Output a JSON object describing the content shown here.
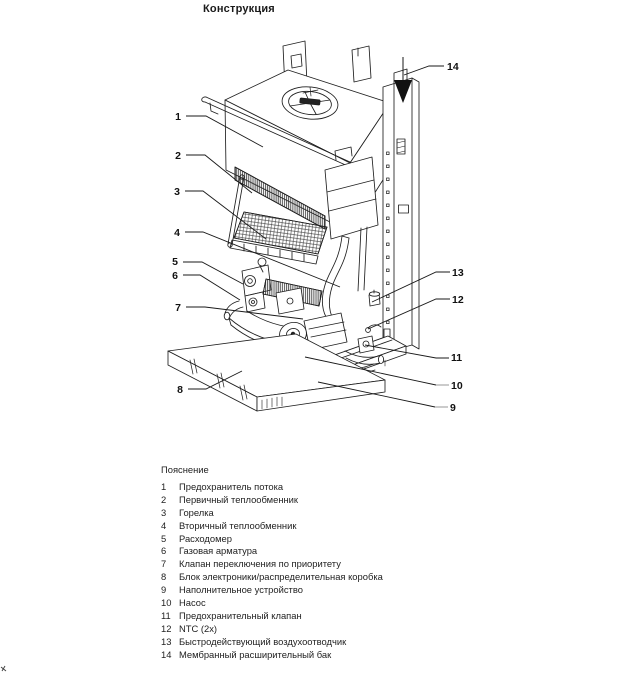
{
  "page": {
    "title": "Конструкция"
  },
  "diagram": {
    "callouts": [
      "1",
      "2",
      "3",
      "4",
      "5",
      "6",
      "7",
      "8",
      "9",
      "10",
      "11",
      "12",
      "13",
      "14"
    ]
  },
  "legend": {
    "heading": "Пояснение",
    "items": [
      {
        "num": "1",
        "label": "Предохранитель потока"
      },
      {
        "num": "2",
        "label": "Первичный теплообменник"
      },
      {
        "num": "3",
        "label": "Горелка"
      },
      {
        "num": "4",
        "label": "Вторичный теплообменник"
      },
      {
        "num": "5",
        "label": "Расходомер"
      },
      {
        "num": "6",
        "label": "Газовая арматура"
      },
      {
        "num": "7",
        "label": "Клапан переключения по приоритету"
      },
      {
        "num": "8",
        "label": "Блок электроники/распределительная коробка"
      },
      {
        "num": "9",
        "label": "Наполнительное устройство"
      },
      {
        "num": "10",
        "label": "Насос"
      },
      {
        "num": "11",
        "label": "Предохранительный клапан"
      },
      {
        "num": "12",
        "label": "NTC (2x)"
      },
      {
        "num": "13",
        "label": "Быстродействующий воздухоотводчик"
      },
      {
        "num": "14",
        "label": "Мембранный расширительный бак"
      }
    ]
  },
  "colors": {
    "line": "#1a1a1a",
    "fill": "#ffffff",
    "leader_gray": "#8c8c8c",
    "arrow": "#111111"
  }
}
